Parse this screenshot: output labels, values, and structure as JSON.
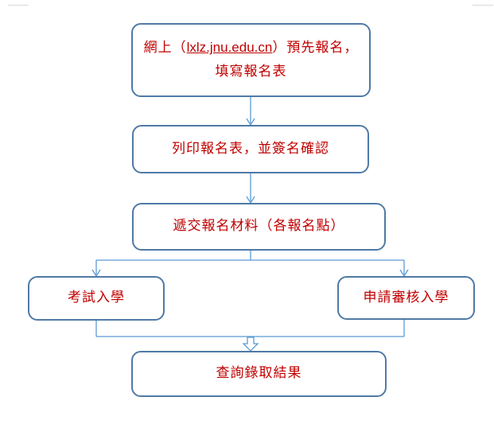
{
  "colors": {
    "box_border": "#4f7aa6",
    "text": "#c00000",
    "connector": "#5b9bd5",
    "corner_marks": "#d9d9d9"
  },
  "steps": {
    "online_signup": {
      "prefix": "網上（",
      "link": "lxlz.jnu.edu.cn",
      "suffix": "）預先報名，",
      "line2": "填寫報名表"
    },
    "print_form": "列印報名表，並簽名確認",
    "submit_materials": "遞交報名材料（各報名點）",
    "exam_admission": "考試入學",
    "application_admission": "申請審核入學",
    "check_results": "查詢錄取結果"
  }
}
